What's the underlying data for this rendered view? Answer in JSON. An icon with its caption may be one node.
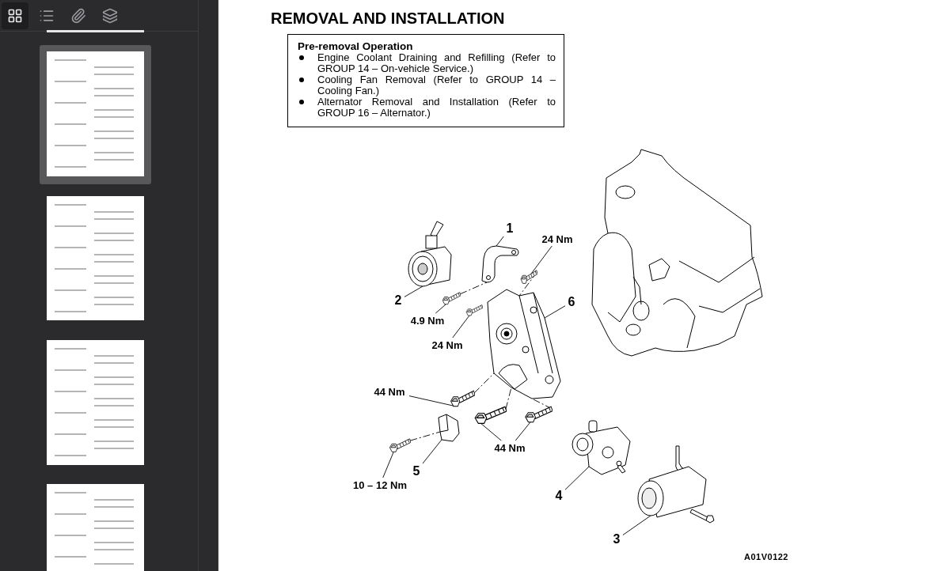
{
  "diagram": {
    "title": "REMOVAL AND INSTALLATION",
    "nodes": [
      {
        "text": [
          "Pre-removal Operation",
          "Engine Coolant Draining and Refilling (Refer to GROUP 14 – On-vehicle Service.)",
          "Cooling Fan Removal (Refer to GROUP 14 – Cooling Fan.)",
          "Alternator Removal and Installation (Refer to GROUP 16 – Alternator.)"
        ]
      },
      {
        "text": [
          "1"
        ]
      },
      {
        "text": [],
        "shape": "picture"
      },
      {
        "text": [
          "24 Nm"
        ]
      },
      {
        "text": [],
        "shape": "picture"
      },
      {
        "text": [],
        "shape": "picture"
      },
      {
        "text": [
          "2"
        ]
      },
      {
        "text": [
          "6"
        ]
      },
      {
        "text": [],
        "shape": "picture"
      },
      {
        "text": [
          "4.9 Nm"
        ]
      },
      {
        "text": [],
        "shape": "picture"
      },
      {
        "text": [
          "24 Nm"
        ]
      },
      {
        "text": [],
        "shape": "picture"
      },
      {
        "text": [
          "44 Nm"
        ]
      },
      {
        "text": [],
        "shape": "picture"
      },
      {
        "text": [],
        "shape": "picture"
      },
      {
        "text": [],
        "shape": "picture"
      },
      {
        "text": [
          "44 Nm"
        ]
      },
      {
        "text": [],
        "shape": "picture"
      },
      {
        "text": [
          "5"
        ]
      },
      {
        "text": [
          "10 – 12 Nm"
        ]
      },
      {
        "text": [],
        "shape": "picture"
      },
      {
        "text": [],
        "shape": "picture"
      },
      {
        "text": [
          "4"
        ]
      },
      {
        "text": [],
        "shape": "picture"
      },
      {
        "text": [
          "3"
        ]
      }
    ],
    "edges": [
      {
        "from": 1,
        "to": 2,
        "arrow": "none"
      },
      {
        "from": 3,
        "to": 4,
        "arrow": "none"
      },
      {
        "from": 6,
        "to": 5,
        "arrow": "none"
      },
      {
        "from": 7,
        "to": 8,
        "arrow": "none"
      },
      {
        "from": 9,
        "to": 10,
        "arrow": "none"
      },
      {
        "from": 11,
        "to": 12,
        "arrow": "none"
      },
      {
        "from": 13,
        "to": 14,
        "arrow": "none"
      },
      {
        "from": 17,
        "to": 15,
        "arrow": "none"
      },
      {
        "from": 17,
        "to": 16,
        "arrow": "none"
      },
      {
        "from": 19,
        "to": 18,
        "arrow": "none"
      },
      {
        "from": 20,
        "to": 21,
        "arrow": "none"
      },
      {
        "from": 23,
        "to": 22,
        "arrow": "none"
      },
      {
        "from": 25,
        "to": 24,
        "arrow": "none"
      },
      {
        "from": 10,
        "to": 2,
        "arrow": "none",
        "style": "dashed"
      },
      {
        "from": 21,
        "to": 18,
        "arrow": "none",
        "style": "dashed"
      },
      {
        "from": 14,
        "to": 8,
        "arrow": "none",
        "style": "dashed"
      },
      {
        "from": 15,
        "to": 8,
        "arrow": "none",
        "style": "dashed"
      },
      {
        "from": 16,
        "to": 8,
        "arrow": "none",
        "style": "dashed"
      },
      {
        "from": 4,
        "to": 8,
        "arrow": "none",
        "style": "dashed"
      }
    ],
    "labels": [
      "A01V0122"
    ]
  }
}
